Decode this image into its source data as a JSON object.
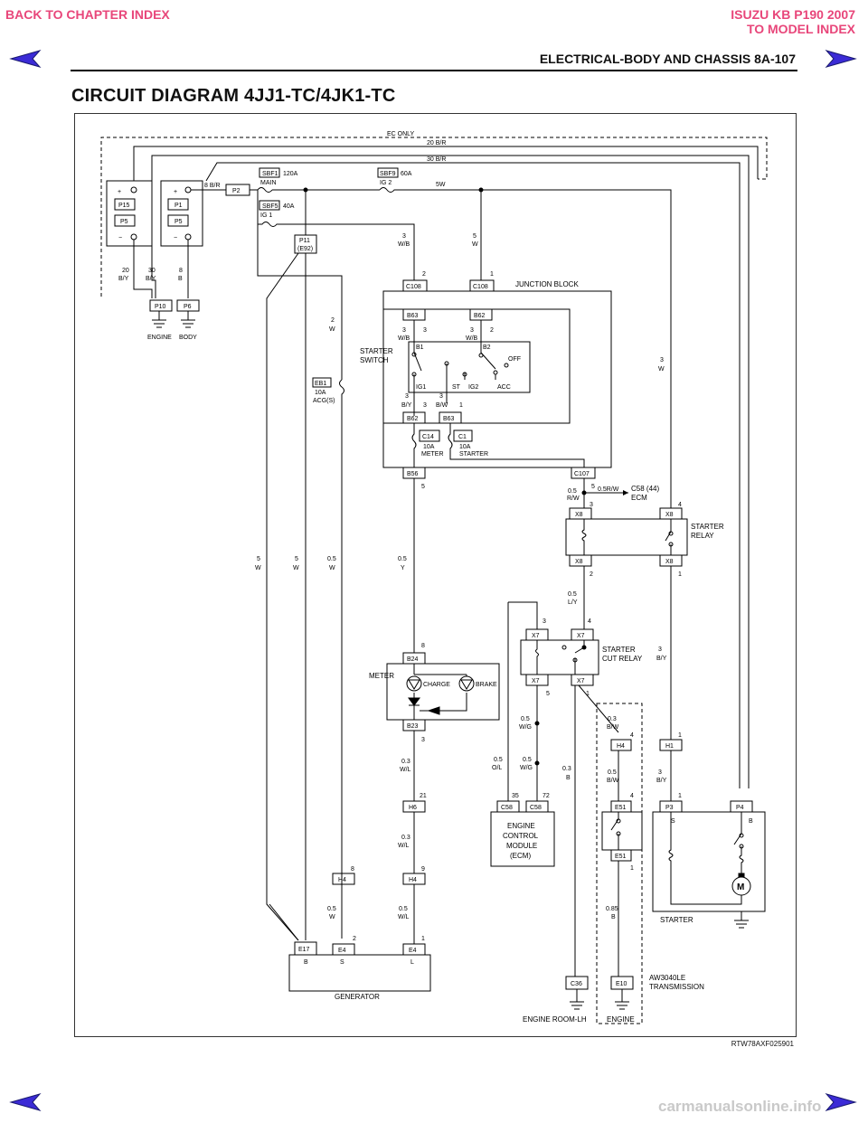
{
  "nav": {
    "back_chapter": "BACK TO CHAPTER INDEX",
    "model_line1": "ISUZU KB P190 2007",
    "model_line2": "TO MODEL INDEX"
  },
  "header": {
    "section": "ELECTRICAL-BODY AND CHASSIS  8A-107"
  },
  "page_title": "CIRCUIT DIAGRAM 4JJ1-TC/4JK1-TC",
  "diagram": {
    "ec_only": "EC ONLY",
    "battery_main": {
      "pos_upper": "P1",
      "pos_lower": "P5"
    },
    "battery_sub": {
      "pos_upper": "P15",
      "pos_lower": "P5"
    },
    "plus": "+",
    "minus": "−",
    "wire_20br": "20 B/R",
    "wire_30br": "30 B/R",
    "wire_8br": "8 B/R",
    "p2": "P2",
    "sbf1": "SBF1",
    "sbf1_amp": "120A",
    "sbf1_name": "MAIN",
    "sbf5": "SBF5",
    "sbf5_amp": "40A",
    "sbf5_name": "IG 1",
    "sbf9": "SBF9",
    "sbf9_amp": "60A",
    "sbf9_name": "IG 2",
    "wire_5w_top": "5W",
    "p11": "P11",
    "e92": "(E92)",
    "w20_a": "20",
    "w20_b": "B/Y",
    "w30_a": "30",
    "w30_b": "B/Y",
    "w8_a": "8",
    "w8_b": "B",
    "p10": "P10",
    "p6": "P6",
    "engine_gnd": "ENGINE",
    "body_gnd": "BODY",
    "w3_a": "3",
    "w3_b": "W/B",
    "w5_a": "5",
    "w5_b": "W",
    "pin2": "2",
    "pin1": "1",
    "pin3": "3",
    "pin4": "4",
    "pin5": "5",
    "pin8": "8",
    "pin9": "9",
    "pin21": "21",
    "pin35": "35",
    "pin72": "72",
    "c108": "C108",
    "junction_block": "JUNCTION BLOCK",
    "b63": "B63",
    "b62": "B62",
    "starter_switch_1": "STARTER",
    "starter_switch_2": "SWITCH",
    "b1": "B1",
    "b2": "B2",
    "off": "OFF",
    "ig1": "IG1",
    "st": "ST",
    "ig2": "IG2",
    "acc": "ACC",
    "w2_a": "2",
    "w2_b": "W",
    "eb1": "EB1",
    "eb1_amp": "10A",
    "eb1_name": "ACG(S)",
    "by": "B/Y",
    "bw": "B/W",
    "c14": "C14",
    "c1": "C1",
    "fuse_10a": "10A",
    "meter_fuse": "METER",
    "starter_fuse": "STARTER",
    "b56": "B56",
    "c107": "C107",
    "w05_rw": "0.5",
    "rw": "R/W",
    "w05rw": "0.5R/W",
    "c58_44": "C58 (44)",
    "ecm": "ECM",
    "w3w_a": "3",
    "w3w_b": "W",
    "x8": "X8",
    "starter_relay_1": "STARTER",
    "starter_relay_2": "RELAY",
    "w05l_a": "0.5",
    "w05l_b": "L/Y",
    "w5w_a": "5",
    "w5w_b": "W",
    "w05w_a": "0.5",
    "w05y_b": "Y",
    "x7": "X7",
    "starter_cut_1": "STARTER",
    "starter_cut_2": "CUT RELAY",
    "b24": "B24",
    "b23": "B23",
    "meter": "METER",
    "charge": "CHARGE",
    "brake": "BRAKE",
    "w03_a": "0.3",
    "wl": "W/L",
    "wg": "W/G",
    "ol": "O/L",
    "b_color": "B",
    "bw_color": "B/W",
    "h4": "H4",
    "h1": "H1",
    "h6": "H6",
    "c58": "C58",
    "ecm_1": "ENGINE",
    "ecm_2": "CONTROL",
    "ecm_3": "MODULE",
    "ecm_4": "(ECM)",
    "e51": "E51",
    "p3": "P3",
    "p4": "P4",
    "s": "S",
    "b": "B",
    "l": "L",
    "m": "M",
    "starter": "STARTER",
    "w085": "0.85",
    "w05": "0.5",
    "e17": "E17",
    "e4": "E4",
    "generator": "GENERATOR",
    "c36": "C36",
    "e10": "E10",
    "aw_1": "AW3040LE",
    "aw_2": "TRANSMISSION",
    "engine_room": "ENGINE ROOM-LH",
    "engine": "ENGINE",
    "code": "RTW78AXF025901"
  },
  "watermark": "carmanualsonline.info",
  "colors": {
    "nav_pink": "#e8467a",
    "arrow_fill": "#3b2bd6",
    "arrow_dark": "#1a1a70"
  }
}
